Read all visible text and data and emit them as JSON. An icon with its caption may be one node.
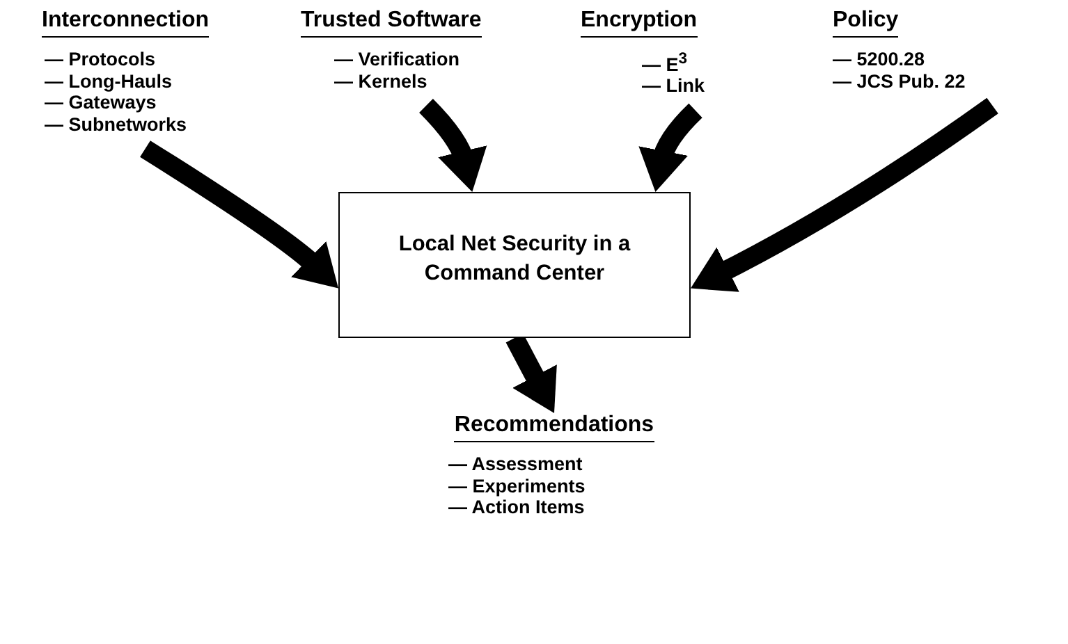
{
  "diagram": {
    "nodes": [
      {
        "text": [
          "Interconnection",
          "— Protocols",
          "— Long-Hauls",
          "— Gateways",
          "— Subnetworks"
        ]
      },
      {
        "text": [
          "Trusted Software",
          "— Verification",
          "— Kernels"
        ]
      },
      {
        "text": [
          "Encryption",
          "— E$^{3}$",
          "— Link"
        ]
      },
      {
        "text": [
          "Policy",
          "— 5200.28",
          "— JCS Pub. 22"
        ]
      },
      {
        "text": [
          "Local Net Security in a Command Center"
        ]
      },
      {
        "text": [
          "Recommendations",
          "— Assessment",
          "— Experiments",
          "— Action Items"
        ]
      }
    ],
    "edges": [
      {
        "from": 0,
        "to": 4,
        "arrow": "to"
      },
      {
        "from": 1,
        "to": 4,
        "arrow": "to"
      },
      {
        "from": 2,
        "to": 4,
        "arrow": "to"
      },
      {
        "from": 3,
        "to": 4,
        "arrow": "to"
      },
      {
        "from": 4,
        "to": 5,
        "arrow": "to"
      }
    ]
  }
}
